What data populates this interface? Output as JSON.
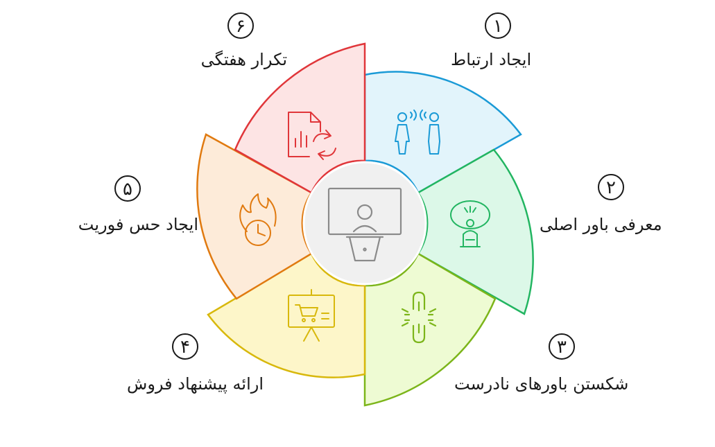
{
  "steps": [
    {
      "number": "۱",
      "title": "ایجاد ارتباط",
      "icon": "two-people-talking-icon",
      "color": "#1a9ad6",
      "fill": "#e2f4fb"
    },
    {
      "number": "۲",
      "title": "معرفی باور اصلی",
      "icon": "person-idea-tree-icon",
      "color": "#22b561",
      "fill": "#dcf8e8"
    },
    {
      "number": "۳",
      "title": "شکستن باورهای نادرست",
      "icon": "broken-chain-icon",
      "color": "#7cb51a",
      "fill": "#eefbd3"
    },
    {
      "number": "۴",
      "title": "ارائه پیشنهاد فروش",
      "icon": "presentation-cart-icon",
      "color": "#d8b80c",
      "fill": "#fdf6c9"
    },
    {
      "number": "۵",
      "title": "ایجاد حس فوریت",
      "icon": "fire-clock-icon",
      "color": "#e07a10",
      "fill": "#fdebd9"
    },
    {
      "number": "۶",
      "title": "تکرار هفتگی",
      "icon": "repeat-report-icon",
      "color": "#e0363a",
      "fill": "#fde4e4"
    }
  ],
  "center": {
    "icon": "speaker-at-podium-icon",
    "color": "#8a8a8a",
    "fill": "#f0f0f0"
  }
}
